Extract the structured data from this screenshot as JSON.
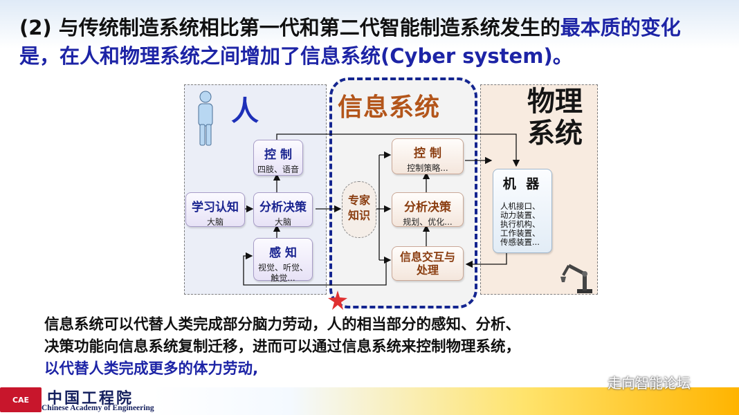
{
  "title": {
    "part1": "(2) 与传统制造系统相比第一代和第二代智能制造系统发生的",
    "part2": "最本质的变化是，在人和物理系统之间增加了信息系统(Cyber system)。"
  },
  "zones": {
    "human": "人",
    "info": "信息系统",
    "physical_line1": "物理",
    "physical_line2": "系统"
  },
  "boxes": {
    "learn": {
      "title": "学习认知",
      "sub": "大脑"
    },
    "human_control": {
      "title": "控 制",
      "sub": "四肢、语音"
    },
    "human_analyze": {
      "title": "分析决策",
      "sub": "大脑"
    },
    "human_perceive": {
      "title": "感 知",
      "sub1": "视觉、听觉、",
      "sub2": "触觉..."
    },
    "expert_line1": "专家",
    "expert_line2": "知识",
    "info_control": {
      "title": "控 制",
      "sub": "控制策略..."
    },
    "info_analyze": {
      "title": "分析决策",
      "sub": "规划、优化..."
    },
    "info_exchange": {
      "title_line1": "信息交互与",
      "title_line2": "处理"
    },
    "machine": {
      "title": "机 器",
      "items": [
        "人机接口、",
        "动力装置、",
        "执行机构、",
        "工作装置、",
        "传感装置..."
      ]
    }
  },
  "body": {
    "line1": "信息系统可以代替人类完成部分脑力劳动，人的相当部分的感知、分析、",
    "line2": "决策功能向信息系统复制迁移，进而可以通过信息系统来控制物理系统，",
    "line3": "以代替人类完成更多的体力劳动,"
  },
  "footer": {
    "logo_text": "CAE",
    "org_cn": "中国工程院",
    "org_en": "Chinese Academy of Engineering",
    "watermark": "走向智能论坛"
  },
  "colors": {
    "highlight": "#1d24a6",
    "info_border": "#142590",
    "info_title": "#b3551a",
    "human_title": "#1d2fb8"
  }
}
